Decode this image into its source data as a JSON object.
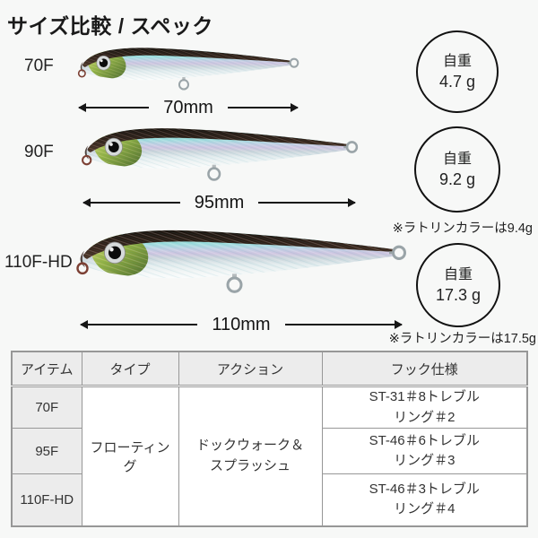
{
  "title": "サイズ比較 / スペック",
  "weight_label": "自重",
  "lures": [
    {
      "label": "70F",
      "length": "70mm",
      "weight": "4.7 g"
    },
    {
      "label": "90F",
      "length": "95mm",
      "weight": "9.2 g"
    },
    {
      "label": "110F-HD",
      "length": "110mm",
      "weight": "17.3 g"
    }
  ],
  "notes": {
    "rattlin_90": "※ラトリンカラーは9.4g",
    "rattlin_110": "※ラトリンカラーは17.5g"
  },
  "table": {
    "headers": {
      "item": "アイテム",
      "type": "タイプ",
      "action": "アクション",
      "hook": "フック仕様"
    },
    "type_value": "フローティング",
    "action_value": "ドックウォーク＆\nスプラッシュ",
    "rows": [
      {
        "item": "70F",
        "hook": "ST-31＃8トレブル\nリング＃2"
      },
      {
        "item": "95F",
        "hook": "ST-46＃6トレブル\nリング＃3"
      },
      {
        "item": "110F-HD",
        "hook": "ST-46＃3トレブル\nリング＃4"
      }
    ]
  },
  "colors": {
    "text_dark": "#1a1a1a",
    "table_border": "#979797",
    "header_bg": "#ececec",
    "lure_back": "#3321163",
    "lure_teal": "#7ccfc9",
    "lure_head_green": "#8fae3a"
  }
}
